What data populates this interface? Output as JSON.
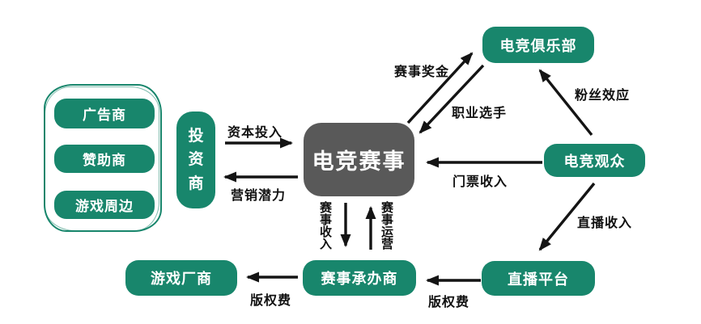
{
  "diagram": {
    "colors": {
      "node_green": "#18866C",
      "node_gray": "#595959",
      "node_text": "#FFFFFF",
      "arrow": "#141414",
      "background": "#FFFFFF"
    },
    "nodes": {
      "center": {
        "label": "电竞赛事"
      },
      "club": {
        "label": "电竞俱乐部"
      },
      "audience": {
        "label": "电竞观众"
      },
      "platform": {
        "label": "直播平台"
      },
      "organizer": {
        "label": "赛事承办商"
      },
      "game_maker": {
        "label": "游戏厂商"
      },
      "investor": {
        "label": "投资商"
      },
      "advertiser": {
        "label": "广告商"
      },
      "sponsor": {
        "label": "赞助商"
      },
      "merchandise": {
        "label": "游戏周边"
      }
    },
    "edges": {
      "capital": {
        "label": "资本投入",
        "from": "investor",
        "to": "center"
      },
      "marketing": {
        "label": "营销潜力",
        "from": "center",
        "to": "investor"
      },
      "prize": {
        "label": "赛事奖金",
        "from": "center",
        "to": "club"
      },
      "players": {
        "label": "职业选手",
        "from": "club",
        "to": "center"
      },
      "fans": {
        "label": "粉丝效应",
        "from": "audience",
        "to": "club"
      },
      "tickets": {
        "label": "门票收入",
        "from": "audience",
        "to": "center"
      },
      "stream": {
        "label": "直播收入",
        "from": "audience",
        "to": "platform"
      },
      "event_income": {
        "label": "赛事收入",
        "from": "center",
        "to": "organizer"
      },
      "event_ops": {
        "label": "赛事运营",
        "from": "organizer",
        "to": "center"
      },
      "copyright_platform": {
        "label": "版权费",
        "from": "platform",
        "to": "organizer"
      },
      "copyright_organizer": {
        "label": "版权费",
        "from": "organizer",
        "to": "game_maker"
      }
    }
  }
}
